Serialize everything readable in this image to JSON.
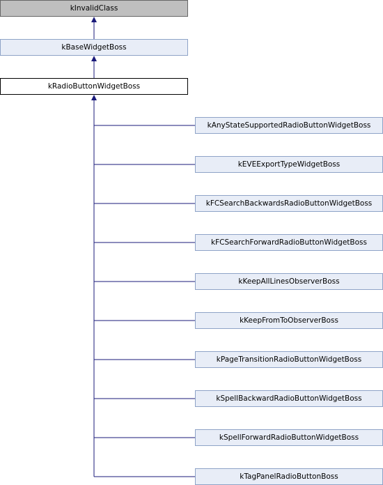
{
  "diagram": {
    "root": "kInvalidClass",
    "parent": "kBaseWidgetBoss",
    "current": "kRadioButtonWidgetBoss",
    "children": [
      "kAnyStateSupportedRadioButtonWidgetBoss",
      "kEVEExportTypeWidgetBoss",
      "kFCSearchBackwardsRadioButtonWidgetBoss",
      "kFCSearchForwardRadioButtonWidgetBoss",
      "kKeepAllLinesObserverBoss",
      "kKeepFromToObserverBoss",
      "kPageTransitionRadioButtonWidgetBoss",
      "kSpellBackwardRadioButtonWidgetBoss",
      "kSpellForwardRadioButtonWidgetBoss",
      "kTagPanelRadioButtonBoss"
    ],
    "colors": {
      "root_fill": "#bfbfbf",
      "node_fill": "#e8edf7",
      "node_border": "#8ea3c7",
      "edge": "#1a1a7a"
    }
  }
}
